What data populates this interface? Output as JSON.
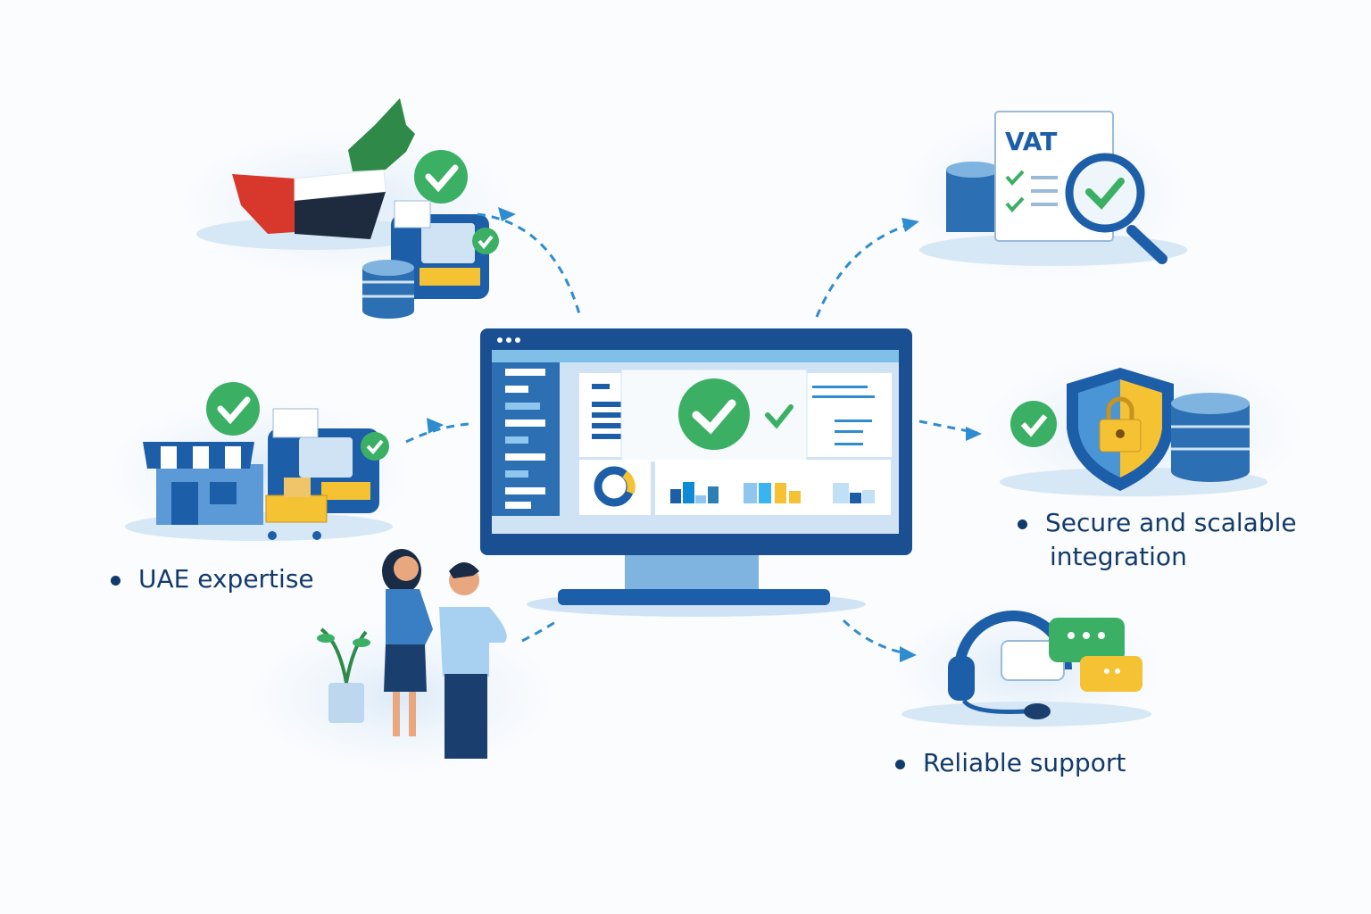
{
  "features": {
    "uae_expertise": "UAE expertise",
    "secure_line1": "Secure and scalable",
    "secure_line2": "integration",
    "reliable_support": "Reliable support"
  },
  "vat_document": {
    "title": "VAT"
  },
  "colors": {
    "navy": "#123a6b",
    "primary_blue": "#1d5ea8",
    "light_blue": "#cfe3f5",
    "green": "#3bb065",
    "yellow": "#f5c233",
    "red": "#d8372b"
  }
}
